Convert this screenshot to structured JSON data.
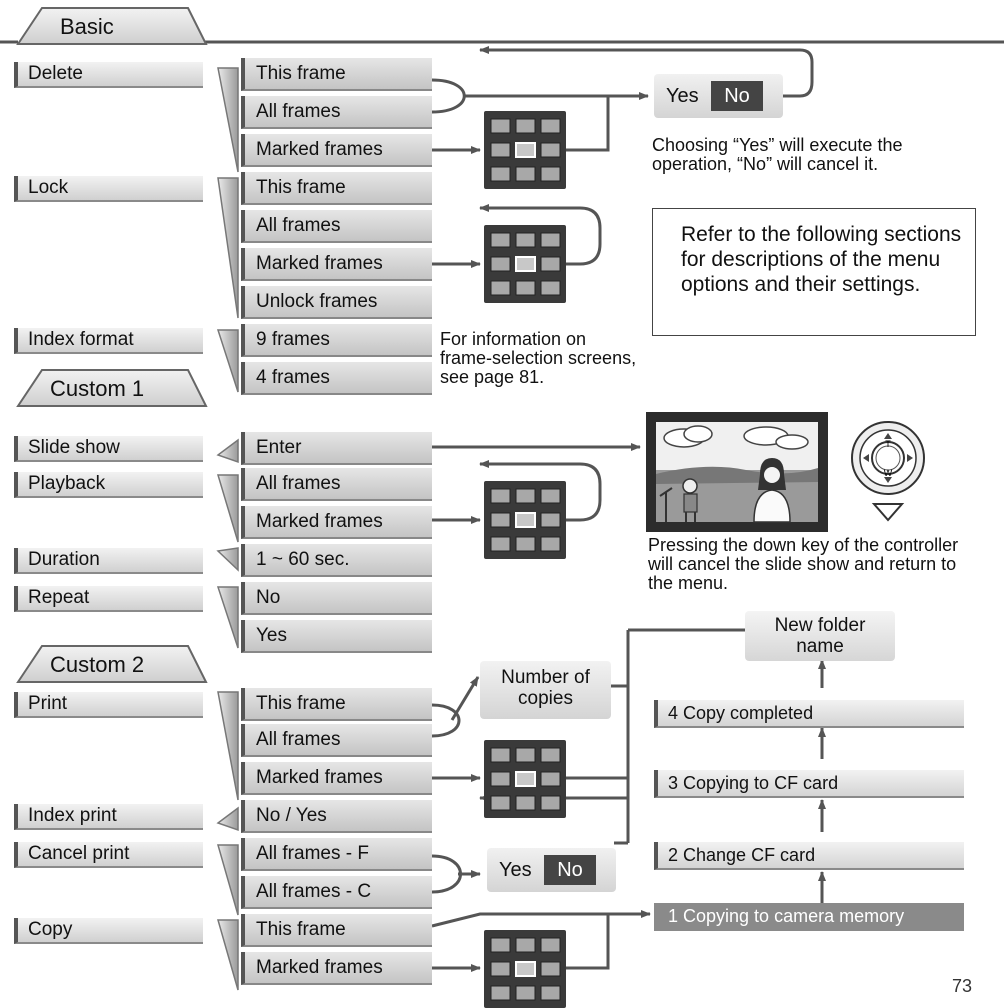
{
  "tabs": {
    "basic": "Basic",
    "custom1": "Custom 1",
    "custom2": "Custom 2"
  },
  "basic": {
    "delete": {
      "label": "Delete",
      "options": [
        "This frame",
        "All frames",
        "Marked frames"
      ]
    },
    "lock": {
      "label": "Lock",
      "options": [
        "This frame",
        "All frames",
        "Marked frames",
        "Unlock frames"
      ]
    },
    "index_format": {
      "label": "Index format",
      "options": [
        "9 frames",
        "4 frames"
      ]
    }
  },
  "custom1": {
    "slide_show": {
      "label": "Slide show",
      "options": [
        "Enter"
      ]
    },
    "playback": {
      "label": "Playback",
      "options": [
        "All frames",
        "Marked frames"
      ]
    },
    "duration": {
      "label": "Duration",
      "options": [
        "1 ~ 60 sec."
      ]
    },
    "repeat": {
      "label": "Repeat",
      "options": [
        "No",
        "Yes"
      ]
    }
  },
  "custom2": {
    "print": {
      "label": "Print",
      "options": [
        "This frame",
        "All frames",
        "Marked frames"
      ]
    },
    "index_print": {
      "label": "Index print",
      "options": [
        "No / Yes"
      ]
    },
    "cancel_print": {
      "label": "Cancel print",
      "options": [
        "All frames - F",
        "All frames - C"
      ]
    },
    "copy": {
      "label": "Copy",
      "options": [
        "This frame",
        "Marked frames"
      ]
    }
  },
  "confirm": {
    "yes": "Yes",
    "no": "No"
  },
  "notes": {
    "yes_no": "Choosing “Yes” will execute the operation, “No” will cancel it.",
    "refer": "Refer to the following sections for descriptions of the menu options and their settings.",
    "frame_selection": "For information on frame-selection screens, see page 81.",
    "down_key": "Pressing the down key of the controller will cancel the slide show and return to the menu."
  },
  "copies_box": "Number of copies",
  "copy_steps": {
    "folder": "New folder name",
    "step4": "4 Copy completed",
    "step3": "3 Copying to CF card",
    "step2": "2 Change CF card",
    "step1": "1 Copying to camera memory"
  },
  "controller_marks": {
    "top": "T",
    "bottom": "W"
  },
  "page_number": "73"
}
